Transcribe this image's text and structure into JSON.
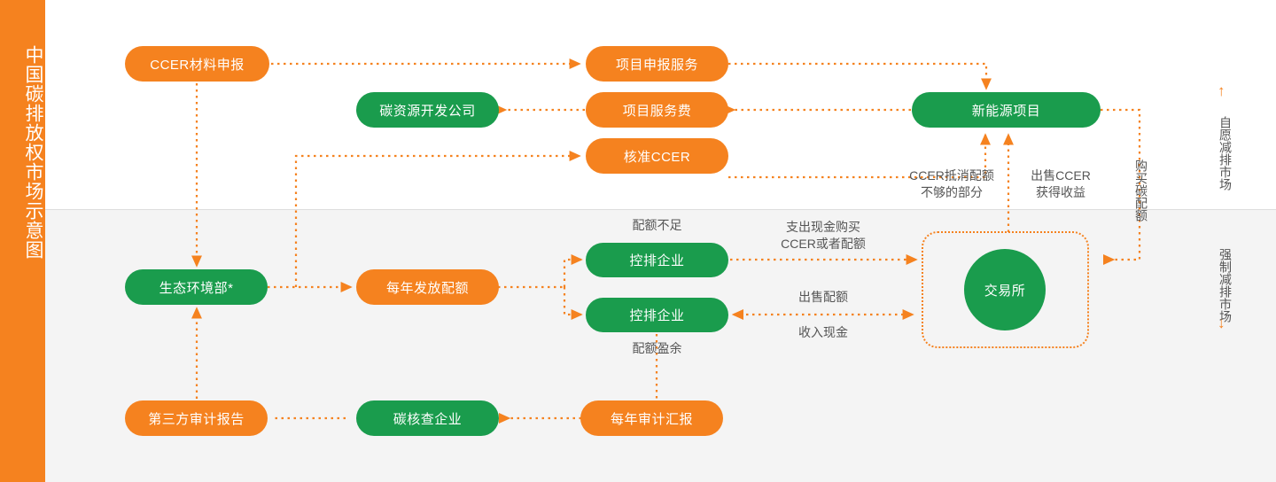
{
  "rail": {
    "title": "中国碳排放权市场示意图"
  },
  "nodes": {
    "ccer_apply": {
      "label": "CCER材料申报",
      "color": "orange"
    },
    "project_service": {
      "label": "项目申报服务",
      "color": "orange"
    },
    "carbon_dev_co": {
      "label": "碳资源开发公司",
      "color": "green"
    },
    "service_fee": {
      "label": "项目服务费",
      "color": "orange"
    },
    "approve_ccer": {
      "label": "核准CCER",
      "color": "orange"
    },
    "new_energy": {
      "label": "新能源项目",
      "color": "green"
    },
    "moe": {
      "label": "生态环境部*",
      "color": "green"
    },
    "annual_quota": {
      "label": "每年发放配额",
      "color": "orange"
    },
    "emitter_top": {
      "label": "控排企业",
      "color": "green"
    },
    "emitter_bottom": {
      "label": "控排企业",
      "color": "green"
    },
    "exchange": {
      "label": "交易所",
      "color": "green"
    },
    "third_party": {
      "label": "第三方审计报告",
      "color": "orange"
    },
    "verifier": {
      "label": "碳核查企业",
      "color": "green"
    },
    "annual_audit": {
      "label": "每年审计汇报",
      "color": "orange"
    }
  },
  "labels": {
    "ccer_offset": "CCER抵消配额\n不够的部分",
    "ccer_offset_l1": "CCER抵消配额",
    "ccer_offset_l2": "不够的部分",
    "sell_ccer_l1": "出售CCER",
    "sell_ccer_l2": "获得收益",
    "buy_carbon_quota": "购买碳配额",
    "quota_short": "配额不足",
    "quota_surplus": "配额盈余",
    "pay_cash_l1": "支出现金购买",
    "pay_cash_l2": "CCER或者配额",
    "sell_quota": "出售配额",
    "receive_cash": "收入现金"
  },
  "markets": {
    "voluntary": {
      "label": "自愿减排市场",
      "arrow": "↑",
      "arrow_icon": "arrow-up-icon"
    },
    "mandatory": {
      "label": "强制减排市场",
      "arrow": "↓",
      "arrow_icon": "arrow-down-icon"
    }
  },
  "colors": {
    "orange": "#f5821f",
    "green": "#1a9c4d",
    "band_top": "#ffffff",
    "band_bottom": "#f4f4f4",
    "divider": "#dddddd",
    "label_text": "#555555"
  }
}
